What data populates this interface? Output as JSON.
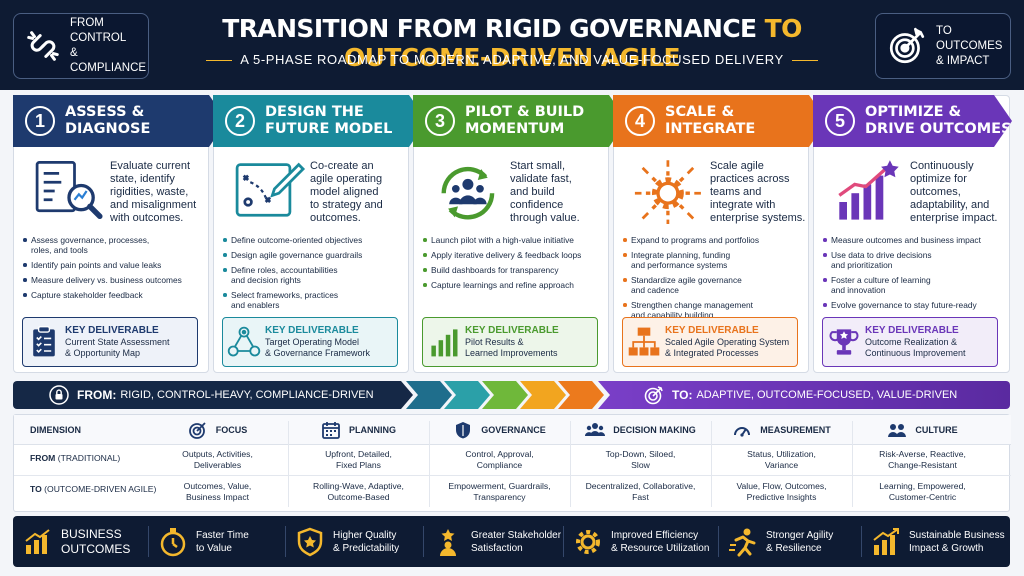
{
  "header": {
    "left_badge": "FROM\nCONTROL\n& COMPLIANCE",
    "right_badge": "TO\nOUTCOMES\n& IMPACT",
    "title_part1": "TRANSITION FROM RIGID GOVERNANCE",
    "title_part2": "TO OUTCOME-DRIVEN AGILE",
    "subtitle": "A 5-PHASE ROADMAP TO MODERN, ADAPTIVE, AND VALUE-FOCUSED DELIVERY"
  },
  "colors": {
    "navy": "#1e3a6e",
    "teal": "#1a8a9c",
    "green": "#4a9a2e",
    "orange": "#e8731c",
    "purple": "#6a36b8"
  },
  "phases": [
    {
      "number": "1",
      "title": "ASSESS &\nDIAGNOSE",
      "icon": "document-magnifier-icon",
      "description": "Evaluate current\nstate, identify\nrigidities, waste,\nand misalignment\nwith outcomes.",
      "bullets": [
        "Assess governance, processes,\nroles, and tools",
        "Identify pain points and value leaks",
        "Measure delivery vs. business outcomes",
        "Capture stakeholder feedback"
      ],
      "deliverable_label": "KEY DELIVERABLE",
      "deliverable": "Current State Assessment\n& Opportunity Map",
      "deliverable_icon": "clipboard-checklist-icon"
    },
    {
      "number": "2",
      "title": "DESIGN THE\nFUTURE MODEL",
      "icon": "strategy-board-icon",
      "description": "Co-create an\nagile operating\nmodel aligned\nto strategy and\noutcomes.",
      "bullets": [
        "Define outcome-oriented objectives",
        "Design agile governance guardrails",
        "Define roles, accountabilities\nand decision rights",
        "Select frameworks, practices\nand enablers"
      ],
      "deliverable_label": "KEY DELIVERABLE",
      "deliverable": "Target Operating Model\n& Governance Framework",
      "deliverable_icon": "org-network-icon"
    },
    {
      "number": "3",
      "title": "PILOT & BUILD\nMOMENTUM",
      "icon": "team-cycle-icon",
      "description": "Start small,\nvalidate fast,\nand build\nconfidence\nthrough value.",
      "bullets": [
        "Launch pilot with a high-value initiative",
        "Apply iterative delivery & feedback loops",
        "Build dashboards for transparency",
        "Capture learnings and refine approach"
      ],
      "deliverable_label": "KEY DELIVERABLE",
      "deliverable": "Pilot Results &\nLearned Improvements",
      "deliverable_icon": "bar-chart-icon"
    },
    {
      "number": "4",
      "title": "SCALE &\nINTEGRATE",
      "icon": "gear-expand-icon",
      "description": "Scale agile\npractices across\nteams and\nintegrate with\nenterprise systems.",
      "bullets": [
        "Expand to programs and portfolios",
        "Integrate planning, funding\nand performance systems",
        "Standardize agile governance\nand cadence",
        "Strengthen change management\nand capability building"
      ],
      "deliverable_label": "KEY DELIVERABLE",
      "deliverable": "Scaled Agile Operating System\n& Integrated Processes",
      "deliverable_icon": "hierarchy-icon"
    },
    {
      "number": "5",
      "title": "OPTIMIZE &\nDRIVE OUTCOMES",
      "icon": "growth-chart-icon",
      "description": "Continuously\noptimize for\noutcomes,\nadaptability, and\nenterprise impact.",
      "bullets": [
        "Measure outcomes and business impact",
        "Use data to drive decisions\nand prioritization",
        "Foster a culture of learning\nand innovation",
        "Evolve governance to stay future-ready"
      ],
      "deliverable_label": "KEY DELIVERABLE",
      "deliverable": "Outcome Realization &\nContinuous Improvement",
      "deliverable_icon": "trophy-icon"
    }
  ],
  "transition": {
    "from_label": "FROM:",
    "from_text": "RIGID, CONTROL-HEAVY, COMPLIANCE-DRIVEN",
    "to_label": "TO:",
    "to_text": "ADAPTIVE, OUTCOME-FOCUSED, VALUE-DRIVEN"
  },
  "table": {
    "dimension_header": "DIMENSION",
    "from_row_label": "FROM",
    "from_row_sub": "(TRADITIONAL)",
    "to_row_label": "TO",
    "to_row_sub": "(OUTCOME-DRIVEN AGILE)",
    "columns": [
      {
        "header": "FOCUS",
        "icon": "target-icon",
        "from": "Outputs, Activities,\nDeliverables",
        "to": "Outcomes, Value,\nBusiness Impact"
      },
      {
        "header": "PLANNING",
        "icon": "calendar-icon",
        "from": "Upfront, Detailed,\nFixed Plans",
        "to": "Rolling-Wave, Adaptive,\nOutcome-Based"
      },
      {
        "header": "GOVERNANCE",
        "icon": "shield-icon",
        "from": "Control, Approval,\nCompliance",
        "to": "Empowerment, Guardrails,\nTransparency"
      },
      {
        "header": "DECISION MAKING",
        "icon": "people-icon",
        "from": "Top-Down, Siloed,\nSlow",
        "to": "Decentralized, Collaborative,\nFast"
      },
      {
        "header": "MEASUREMENT",
        "icon": "gauge-icon",
        "from": "Status, Utilization,\nVariance",
        "to": "Value, Flow, Outcomes,\nPredictive Insights"
      },
      {
        "header": "CULTURE",
        "icon": "team-icon",
        "from": "Risk-Averse, Reactive,\nChange-Resistant",
        "to": "Learning, Empowered,\nCustomer-Centric"
      }
    ]
  },
  "outcomes": {
    "title": "BUSINESS\nOUTCOMES",
    "items": [
      {
        "text": "Faster Time\nto Value",
        "icon": "stopwatch-icon"
      },
      {
        "text": "Higher Quality\n& Predictability",
        "icon": "badge-shield-icon"
      },
      {
        "text": "Greater Stakeholder\nSatisfaction",
        "icon": "star-person-icon"
      },
      {
        "text": "Improved Efficiency\n& Resource Utilization",
        "icon": "gears-icon"
      },
      {
        "text": "Stronger Agility\n& Resilience",
        "icon": "runner-icon"
      },
      {
        "text": "Sustainable Business\nImpact & Growth",
        "icon": "growth-bars-icon"
      }
    ]
  }
}
